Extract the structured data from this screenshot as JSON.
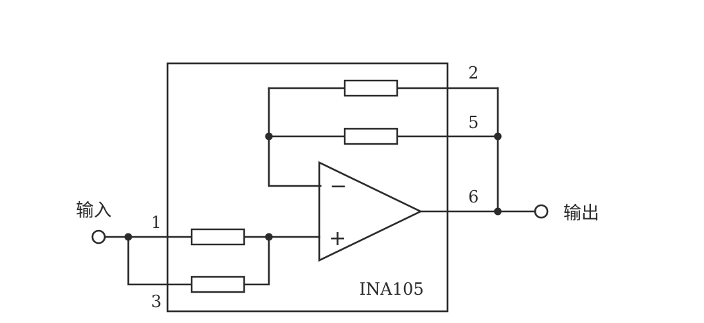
{
  "diagram": {
    "chip_label": "INA105",
    "input_label": "输入",
    "output_label": "输出",
    "pins": {
      "p1": "1",
      "p2": "2",
      "p3": "3",
      "p5": "5",
      "p6": "6"
    },
    "opamp": {
      "minus_sign": "−",
      "plus_sign": "+"
    }
  }
}
